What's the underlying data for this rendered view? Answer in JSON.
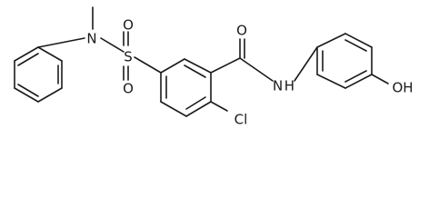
{
  "atoms": {
    "nitrogen_sulfonamide": "N",
    "sulfur": "S",
    "oxygen_sulfonyl_top": "O",
    "oxygen_sulfonyl_bottom": "O",
    "oxygen_carbonyl": "O",
    "amide_nh": "N H",
    "hydroxyl": "OH",
    "chlorine": "Cl"
  }
}
